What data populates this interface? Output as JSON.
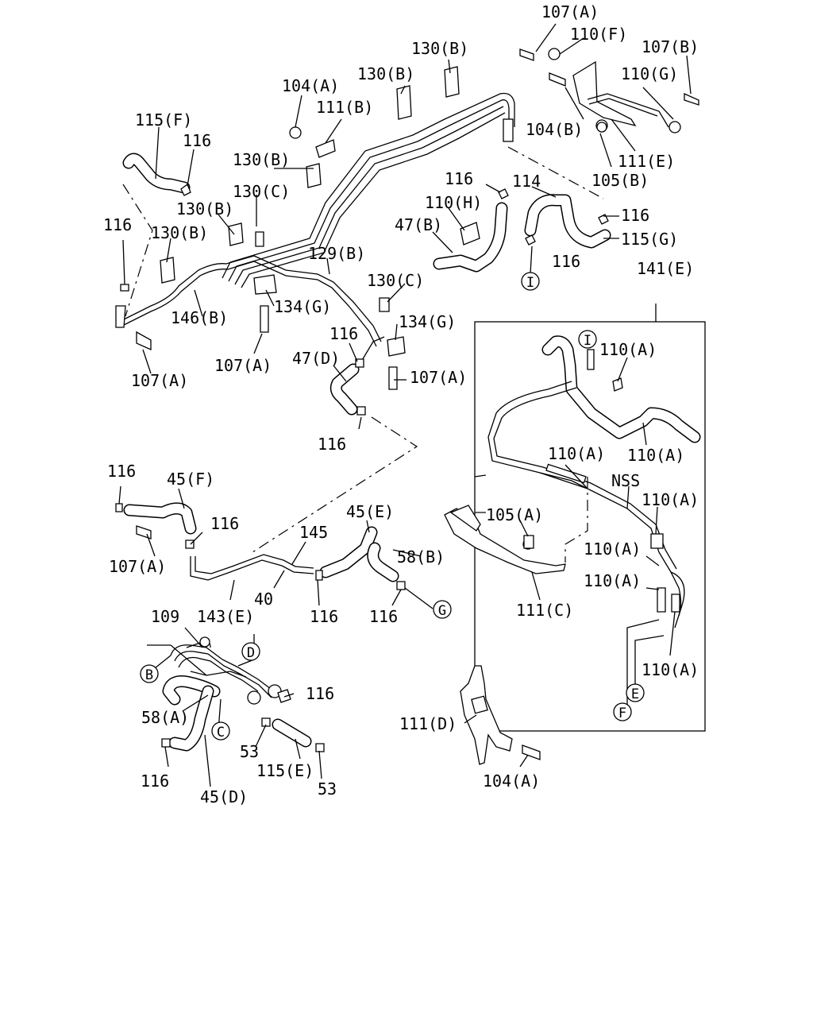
{
  "labels": {
    "l107a_top": "107(A)",
    "l110f": "110(F)",
    "l107b": "107(B)",
    "l110g": "110(G)",
    "l130b_1": "130(B)",
    "l130b_2": "130(B)",
    "l104a_top": "104(A)",
    "l111b": "111(B)",
    "l104b": "104(B)",
    "l111e": "111(E)",
    "l105b": "105(B)",
    "l115f": "115(F)",
    "l116_a": "116",
    "l130b_3": "130(B)",
    "l130c_1": "130(C)",
    "l116_b": "116",
    "l114": "114",
    "l116_c": "116",
    "l110h": "110(H)",
    "l47b": "47(B)",
    "l115g": "115(G)",
    "l116_d": "116",
    "l130b_4": "130(B)",
    "l116_e": "116",
    "l130b_5": "130(B)",
    "l129b": "129(B)",
    "l141e": "141(E)",
    "l130c_2": "130(C)",
    "l134g_1": "134(G)",
    "l146b": "146(B)",
    "l116_f": "116",
    "l134g_2": "134(G)",
    "l110a_1": "110(A)",
    "l107a_mid": "107(A)",
    "l47d": "47(D)",
    "l107a_r": "107(A)",
    "l107a_left": "107(A)",
    "l116_g": "116",
    "l110a_2": "110(A)",
    "l110a_3": "110(A)",
    "l116_h": "116",
    "l45f": "45(F)",
    "lnss": "NSS",
    "l105a": "105(A)",
    "l110a_4": "110(A)",
    "l116_i": "116",
    "l45e": "45(E)",
    "l145": "145",
    "l107a_low": "107(A)",
    "l58b": "58(B)",
    "l110a_5": "110(A)",
    "l110a_6": "110(A)",
    "l40": "40",
    "l111c": "111(C)",
    "l109": "109",
    "l143e": "143(E)",
    "l116_j": "116",
    "l116_k": "116",
    "l110a_7": "110(A)",
    "l116_l": "116",
    "l58a": "58(A)",
    "l111d": "111(D)",
    "l53_1": "53",
    "l115e": "115(E)",
    "l116_m": "116",
    "l104a_bot": "104(A)",
    "l45d": "45(D)",
    "l53_2": "53"
  },
  "callouts": {
    "c_i1": "I",
    "c_i2": "I",
    "c_g": "G",
    "c_d": "D",
    "c_b": "B",
    "c_c": "C",
    "c_e": "E",
    "c_f": "F"
  }
}
